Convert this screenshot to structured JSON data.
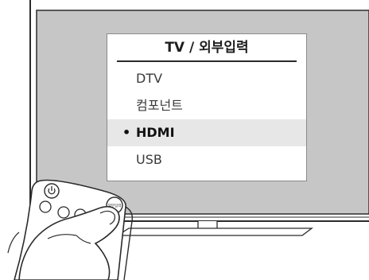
{
  "menu": {
    "title": "TV / 외부입력",
    "items": [
      {
        "label": "DTV",
        "selected": false
      },
      {
        "label": "컴포넌트",
        "selected": false
      },
      {
        "label": "HDMI",
        "selected": true
      },
      {
        "label": "USB",
        "selected": false
      }
    ],
    "selected_marker": "•"
  },
  "remote": {
    "input_button_text": "외부입력"
  },
  "colors": {
    "screen": "#c6c6c6",
    "bezel_line": "#2b2b2b",
    "menu_bg": "#ffffff",
    "selected_row": "#e7e7e7"
  },
  "icons": [
    "power-icon",
    "hand-icon"
  ]
}
